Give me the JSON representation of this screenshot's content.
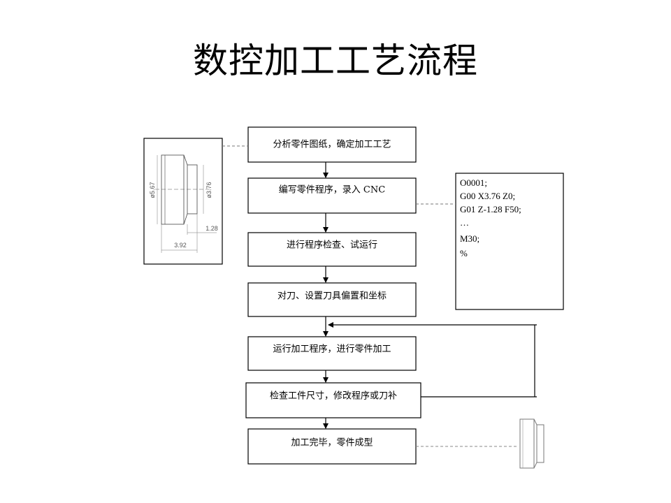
{
  "title": "数控加工工艺流程",
  "steps": [
    "分析零件图纸，确定加工工艺",
    "编写零件程序，录入 CNC",
    "进行程序检查、试运行",
    "对刀、设置刀具偏置和坐标",
    "运行加工程序，进行零件加工",
    "检查工件尺寸，修改程序或刀补",
    "加工完毕，零件成型"
  ],
  "program_listing": [
    "O0001;",
    "G00 X3.76 Z0;",
    "G01 Z-1.28 F50;",
    "…",
    "M30;",
    "%"
  ],
  "part_drawing": {
    "dim_large_diameter": "ø5.67",
    "dim_small_diameter": "ø3.76",
    "dim_step_length": "1.28",
    "dim_total_length": "3.92"
  }
}
